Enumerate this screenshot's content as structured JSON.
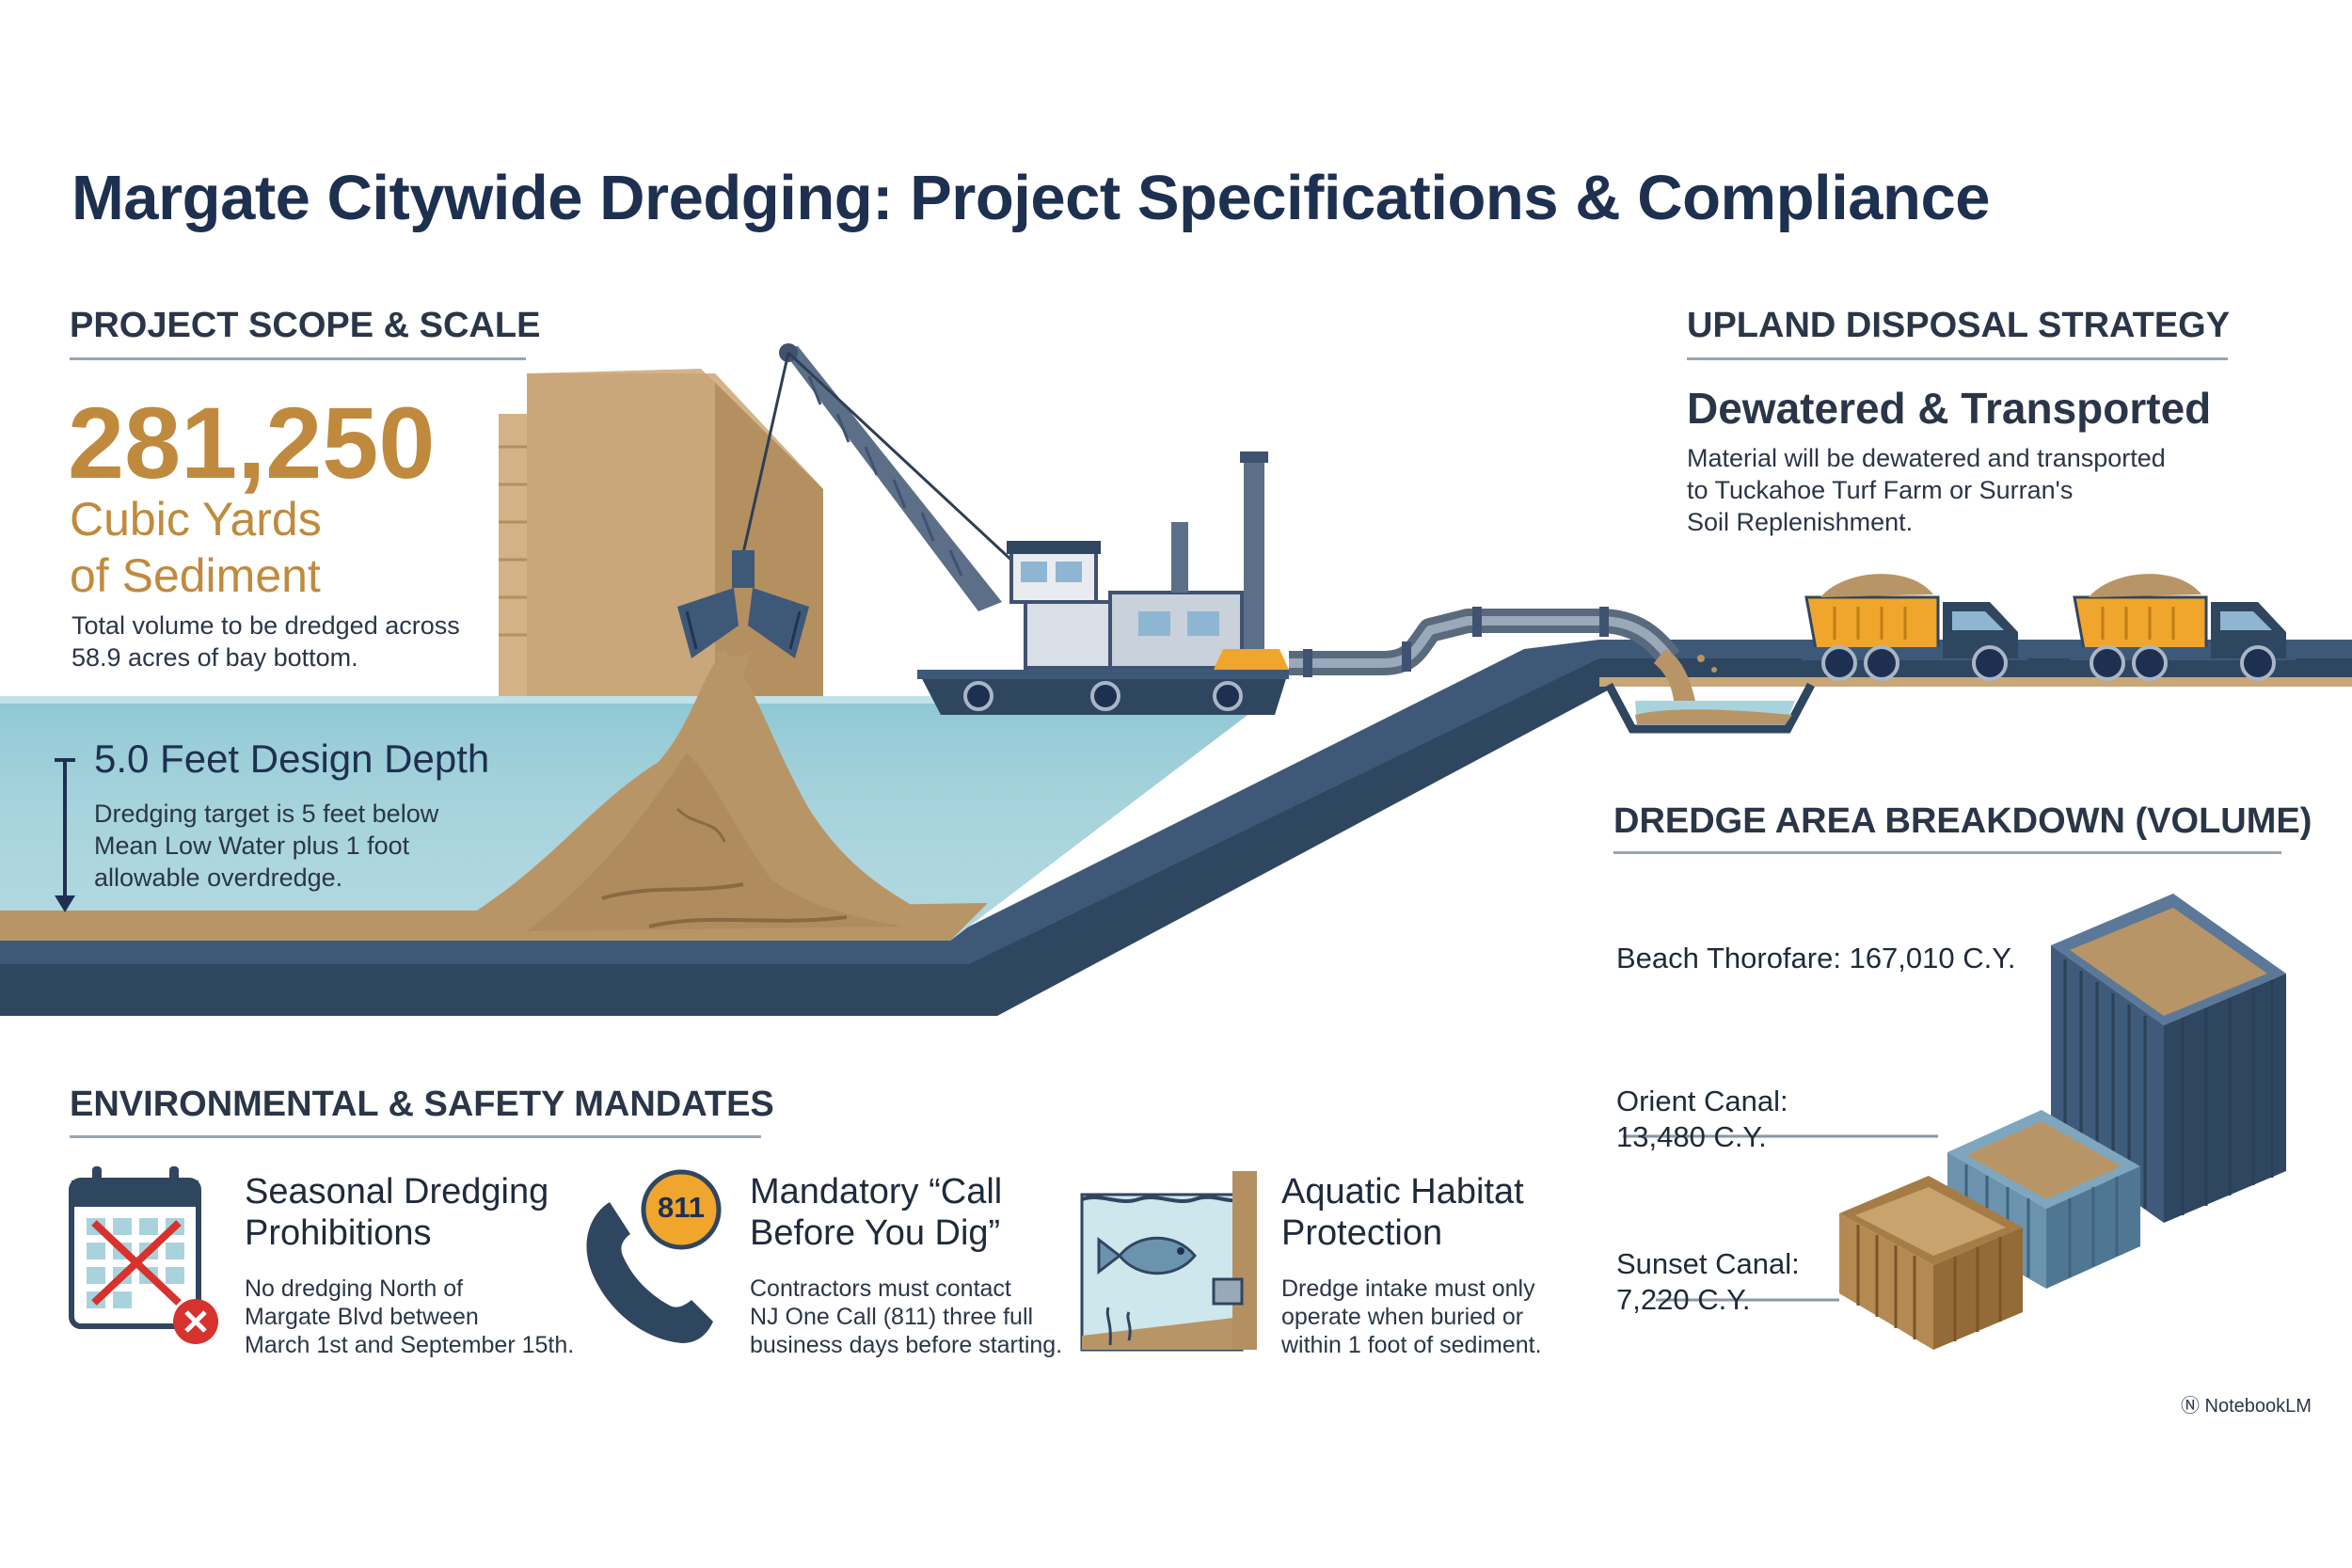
{
  "title": "Margate Citywide Dredging: Project Specifications & Compliance",
  "scope": {
    "heading": "PROJECT SCOPE & SCALE",
    "volume_number": "281,250",
    "volume_unit_line1": "Cubic Yards",
    "volume_unit_line2": "of Sediment",
    "desc_line1": "Total volume to be dredged across",
    "desc_line2": "58.9 acres of bay bottom."
  },
  "depth": {
    "heading": "5.0 Feet Design Depth",
    "desc_line1": "Dredging target is 5 feet below",
    "desc_line2": "Mean Low Water plus 1 foot",
    "desc_line3": "allowable overdredge."
  },
  "disposal": {
    "heading": "UPLAND DISPOSAL STRATEGY",
    "subheading": "Dewatered & Transported",
    "desc_line1": "Material will be dewatered and transported",
    "desc_line2": "to Tuckahoe Turf Farm or Surran's",
    "desc_line3": "Soil Replenishment."
  },
  "breakdown": {
    "heading": "DREDGE AREA BREAKDOWN (VOLUME)",
    "items": [
      {
        "label_line1": "Beach Thorofare: 167,010 C.Y.",
        "label_line2": ""
      },
      {
        "label_line1": "Orient Canal:",
        "label_line2": "13,480 C.Y."
      },
      {
        "label_line1": "Sunset Canal:",
        "label_line2": "7,220 C.Y."
      }
    ]
  },
  "mandates": {
    "heading": "ENVIRONMENTAL & SAFETY MANDATES",
    "items": [
      {
        "title_line1": "Seasonal Dredging",
        "title_line2": "Prohibitions",
        "desc_line1": "No dredging North of",
        "desc_line2": "Margate Blvd between",
        "desc_line3": "March 1st and September 15th."
      },
      {
        "badge": "811",
        "title_line1": "Mandatory “Call",
        "title_line2": "Before You Dig”",
        "desc_line1": "Contractors must contact",
        "desc_line2": "NJ One Call (811) three full",
        "desc_line3": "business days before starting."
      },
      {
        "title_line1": "Aquatic Habitat",
        "title_line2": "Protection",
        "desc_line1": "Dredge intake must only",
        "desc_line2": "operate when buried or",
        "desc_line3": "within 1 foot of sediment."
      }
    ]
  },
  "credit": "Ⓝ NotebookLM",
  "colors": {
    "navy": "#1e3050",
    "gold": "#c08a3e",
    "water": "#a9d3dc",
    "sediment": "#b89566",
    "pipe_blue": "#2f4660",
    "truck_yellow": "#f0a52c",
    "alert_red": "#d6322e"
  },
  "icons": [
    "crane-icon",
    "dredge-barge-icon",
    "dump-truck-icon",
    "calendar-cross-icon",
    "phone-811-icon",
    "fish-habitat-icon",
    "volume-container-icon"
  ]
}
